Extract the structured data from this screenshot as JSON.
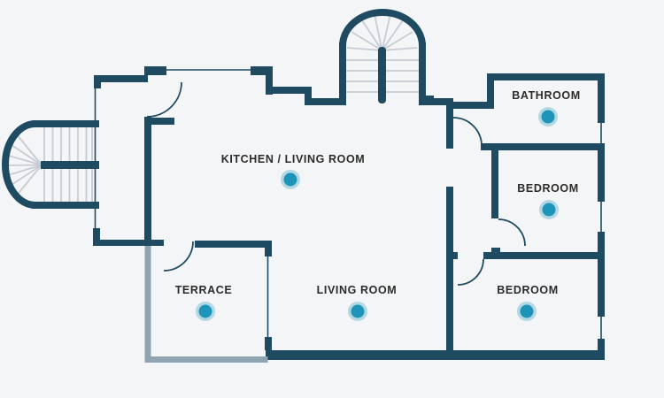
{
  "colors": {
    "background": "#f4f5f7",
    "wall": "#1e4b61",
    "terrace_wall": "#8fa3b0",
    "stair_tread": "#c7ccd4",
    "label_text": "#2b2b2b",
    "marker": "#1e95b8",
    "marker_halo": "rgba(30,149,184,0.30)"
  },
  "rooms": [
    {
      "name": "KITCHEN / LIVING ROOM",
      "has_marker": true
    },
    {
      "name": "BATHROOM",
      "has_marker": true
    },
    {
      "name": "BEDROOM",
      "has_marker": true
    },
    {
      "name": "BEDROOM",
      "has_marker": true
    },
    {
      "name": "LIVING ROOM",
      "has_marker": true
    },
    {
      "name": "TERRACE",
      "has_marker": true
    }
  ],
  "features": {
    "staircases": [
      "curved-staircase-top",
      "curved-staircase-left"
    ],
    "doors": 5,
    "markers_count": 6
  }
}
